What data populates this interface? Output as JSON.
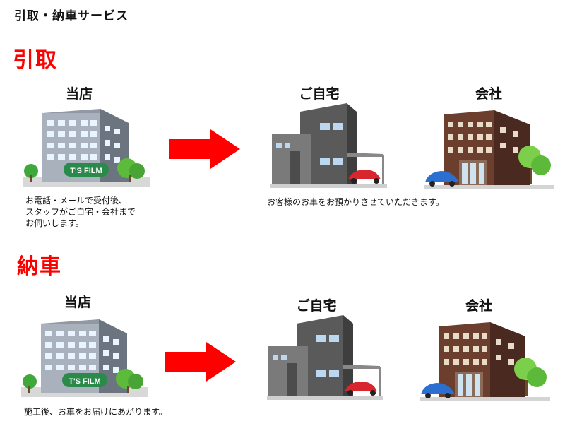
{
  "page_title": "引取・納車サービス",
  "sections": [
    {
      "heading": "引取",
      "labels": {
        "shop": "当店",
        "home": "ご自宅",
        "company": "会社"
      },
      "shop_sign": "T'S FILM",
      "shop_description": "お電話・メールで受付後、\nスタッフがご自宅・会社まで\nお伺いします。",
      "home_description": "お客様のお車をお預かりさせていただきます。"
    },
    {
      "heading": "納車",
      "labels": {
        "shop": "当店",
        "home": "ご自宅",
        "company": "会社"
      },
      "shop_sign": "T'S FILM",
      "shop_description": "施工後、お車をお届けにあがります。"
    }
  ],
  "colors": {
    "heading": "#ff0000",
    "arrow": "#ff0000",
    "sign": "#2a8a4a"
  }
}
